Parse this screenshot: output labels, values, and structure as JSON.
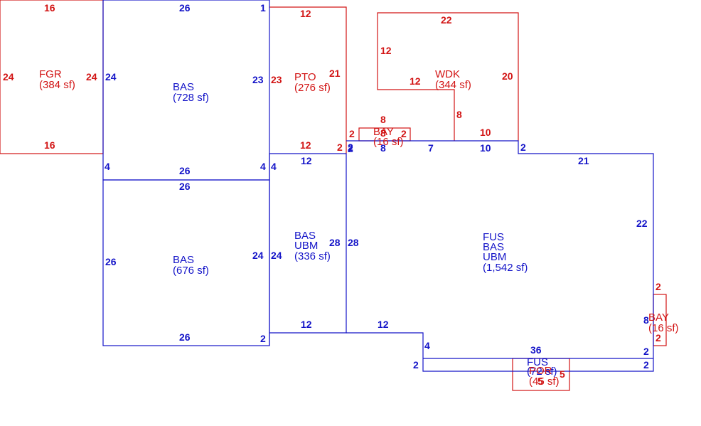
{
  "colors": {
    "blue": "#1414c8",
    "red": "#d21414"
  },
  "areas": {
    "fgr": {
      "lines": [
        "FGR",
        "(384 sf)"
      ]
    },
    "bas1": {
      "lines": [
        "BAS",
        "(728 sf)"
      ]
    },
    "pto": {
      "lines": [
        "PTO",
        "(276 sf)"
      ]
    },
    "wdk": {
      "lines": [
        "WDK",
        "(344 sf)"
      ]
    },
    "bay_top": {
      "lines": [
        "BAY",
        "(16 sf)"
      ]
    },
    "bas2": {
      "lines": [
        "BAS",
        "(676 sf)"
      ]
    },
    "bas_ubm": {
      "lines": [
        "BAS",
        "UBM",
        "(336 sf)"
      ]
    },
    "fus_bas_ubm": {
      "lines": [
        "FUS",
        "BAS",
        "UBM",
        "(1,542 sf)"
      ]
    },
    "bay_right": {
      "lines": [
        "BAY",
        "(16 sf)"
      ]
    },
    "fus_por": {
      "lines": [
        "FUS",
        "(72 sf)",
        "POR",
        "(45 sf)"
      ]
    }
  },
  "dimensions": {
    "fgr": [
      "16",
      "24",
      "24",
      "16"
    ],
    "bas1": [
      "26",
      "1",
      "24",
      "23",
      "4",
      "26",
      "4"
    ],
    "pto": [
      "12",
      "23",
      "21",
      "12",
      "2"
    ],
    "wdk": [
      "22",
      "12",
      "12",
      "20",
      "8",
      "10"
    ],
    "bay_top": [
      "8",
      "2",
      "8",
      "2"
    ],
    "connector": [
      "2",
      "2",
      "8",
      "7",
      "10",
      "2"
    ],
    "bas2": [
      "26",
      "26",
      "24",
      "26",
      "2"
    ],
    "bas_ubm": [
      "4",
      "12",
      "24",
      "28",
      "12"
    ],
    "fus": [
      "28",
      "21",
      "22",
      "12",
      "4",
      "36",
      "2",
      "2",
      "2",
      "8"
    ],
    "bay_right": [
      "2",
      "2"
    ],
    "por": [
      "5",
      "5"
    ]
  }
}
